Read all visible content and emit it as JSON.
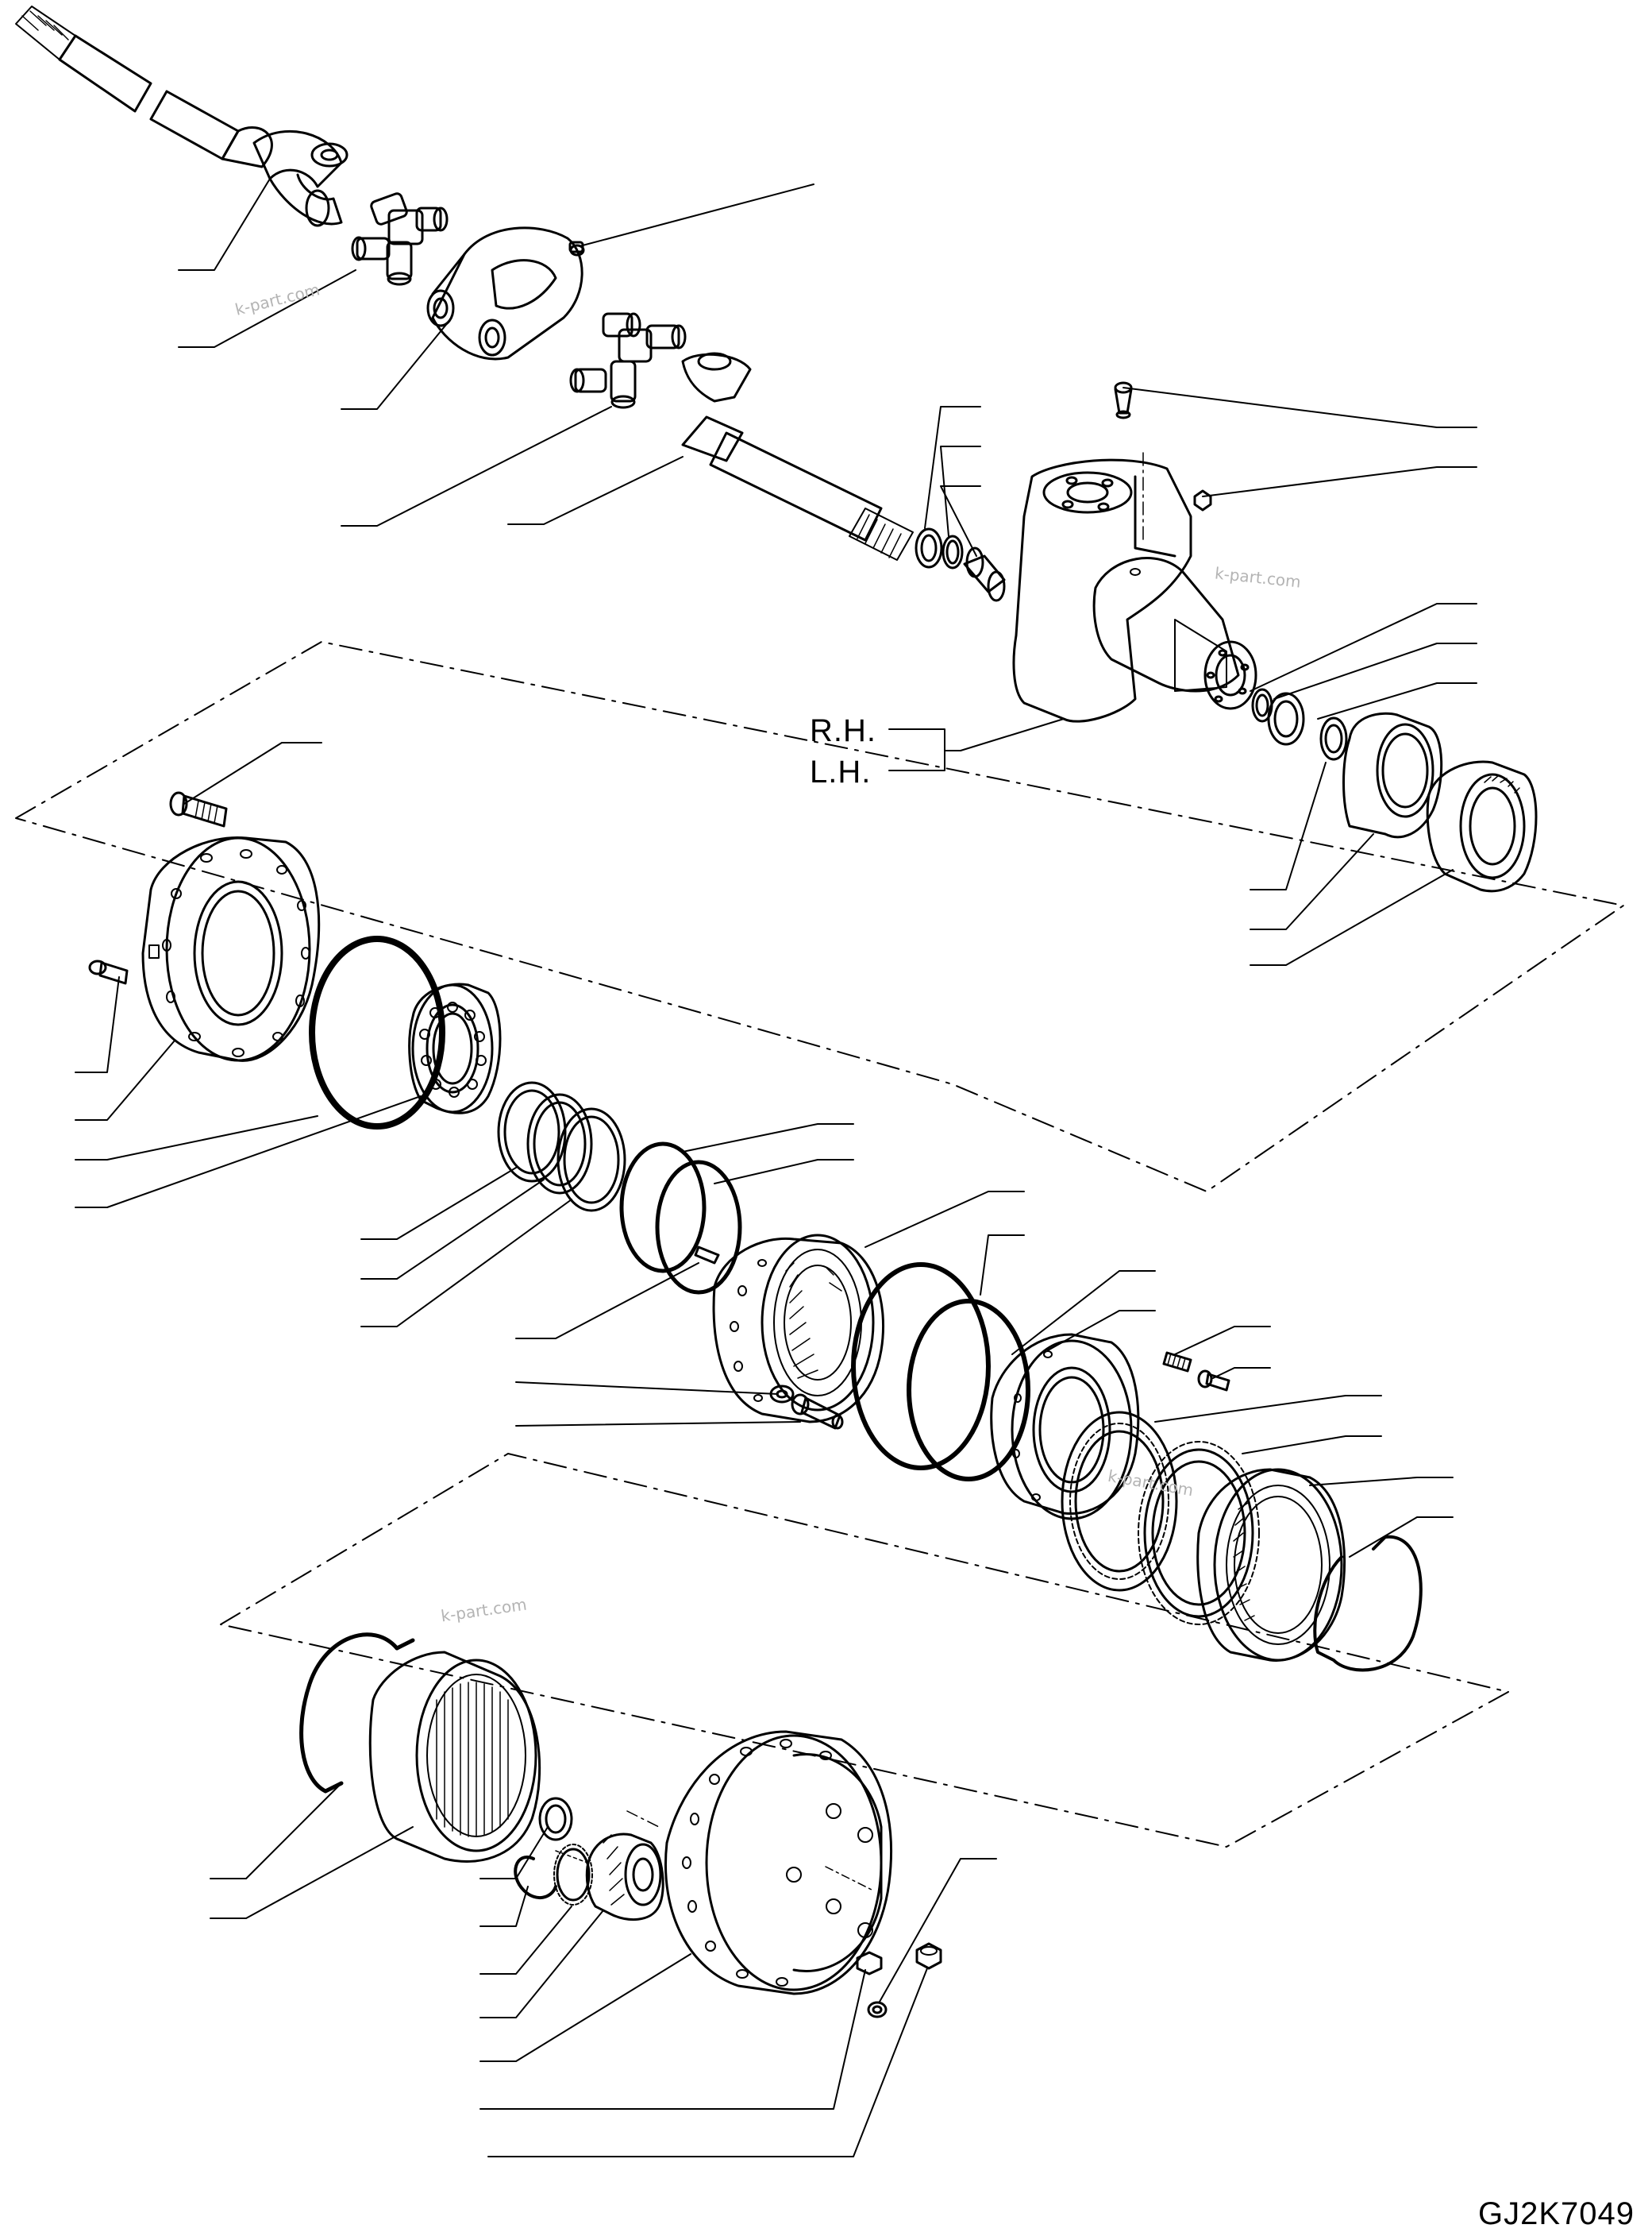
{
  "labels": {
    "right_hand": "R.H.",
    "left_hand": "L.H."
  },
  "drawing_code": "GJ2K7049",
  "watermark": "k-part.com",
  "colors": {
    "line": "#000000",
    "watermark": "#b4b4b4"
  }
}
